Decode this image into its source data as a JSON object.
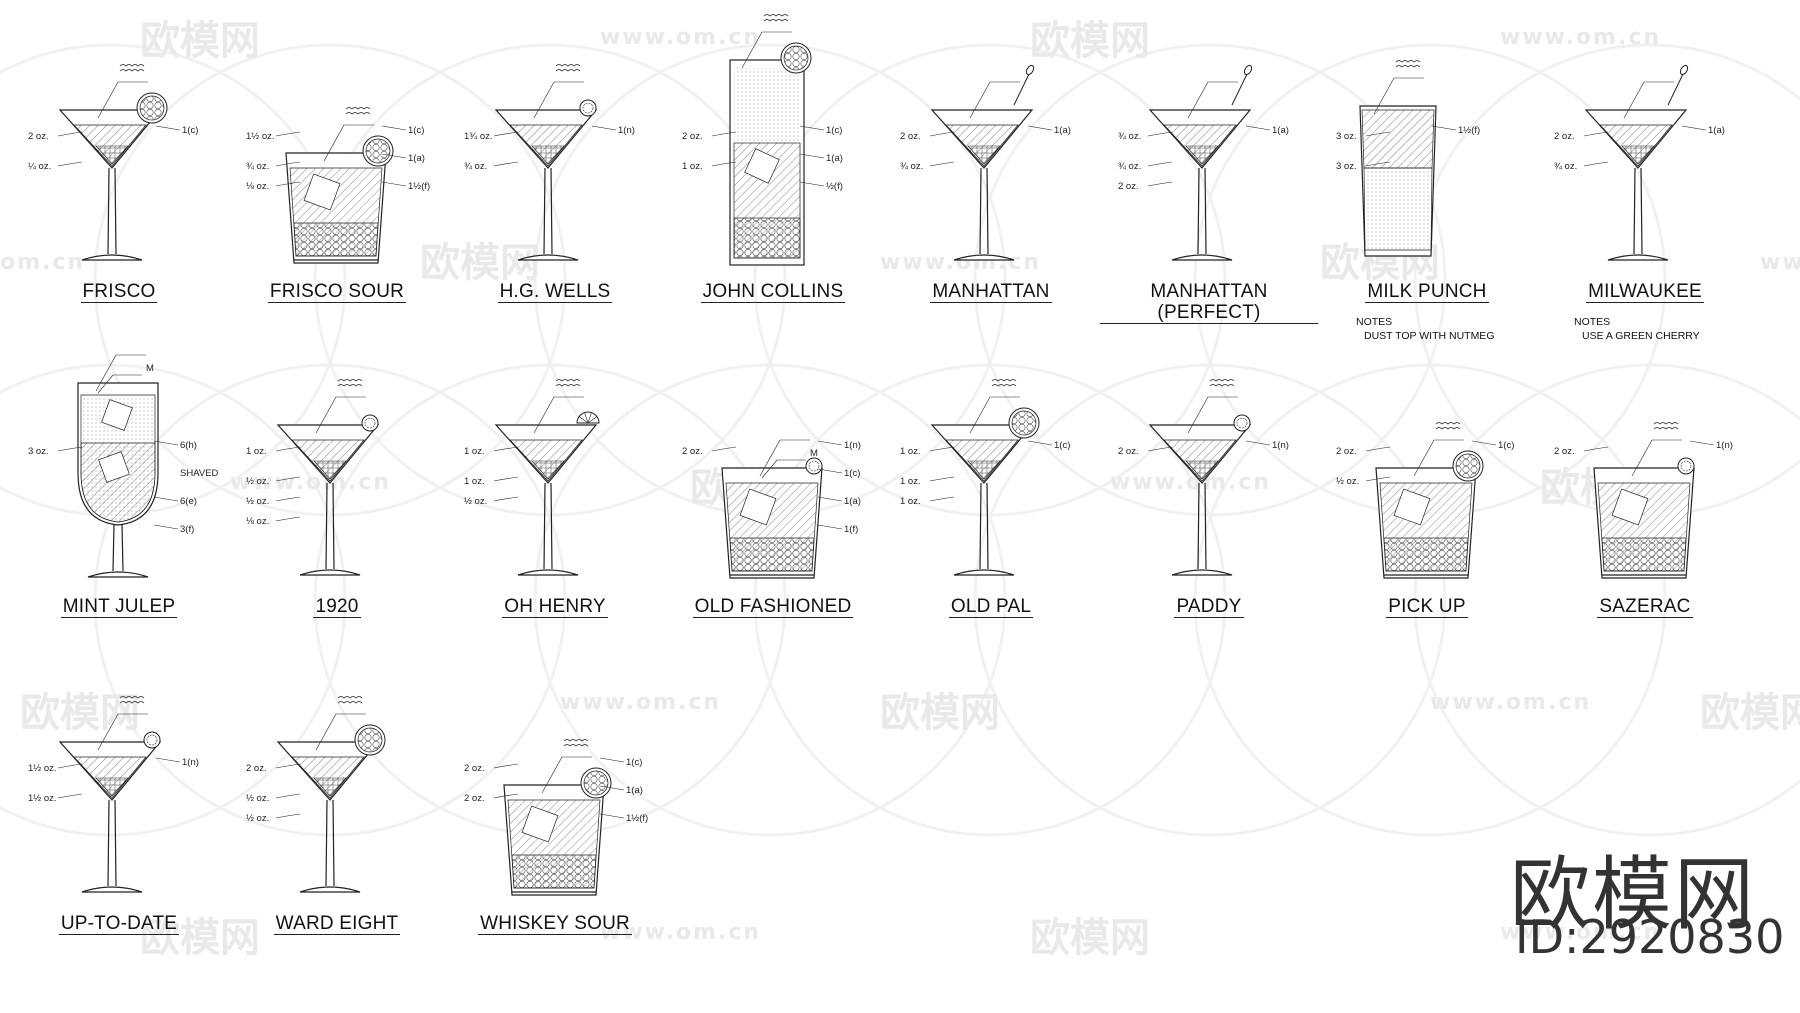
{
  "watermark": {
    "logo_text": "欧模网",
    "site_text": "www.om.cn",
    "short_text": "om.cn"
  },
  "brand": {
    "name": "欧模网",
    "id_label": "ID:2920830"
  },
  "drinks": [
    {
      "name": "FRISCO",
      "glass": "cocktail",
      "garnish": "lemon",
      "labels": [
        "2 oz.",
        "¼ oz.",
        "1(c)"
      ]
    },
    {
      "name": "FRISCO SOUR",
      "glass": "rocks",
      "garnish": "lemon",
      "labels": [
        "1½ oz.",
        "¾ oz.",
        "⅛ oz.",
        "1(c)",
        "1(a)",
        "1½(f)"
      ]
    },
    {
      "name": "H.G. WELLS",
      "glass": "cocktail",
      "garnish": "cherry",
      "labels": [
        "1¾ oz.",
        "¾ oz.",
        "1(n)"
      ]
    },
    {
      "name": "JOHN COLLINS",
      "glass": "collins",
      "garnish": "orange",
      "labels": [
        "2 oz.",
        "1 oz.",
        "1(c)",
        "1(a)",
        "½(f)"
      ]
    },
    {
      "name": "MANHATTAN",
      "glass": "cocktail",
      "garnish": "pick",
      "labels": [
        "2 oz.",
        "¾ oz.",
        "1(a)"
      ]
    },
    {
      "name": "MANHATTAN (PERFECT)",
      "glass": "cocktail",
      "garnish": "pick",
      "labels": [
        "¾ oz.",
        "¾ oz.",
        "2 oz.",
        "1(a)"
      ]
    },
    {
      "name": "MILK PUNCH",
      "glass": "highball",
      "garnish": "none",
      "labels": [
        "3 oz.",
        "3 oz.",
        "1½(f)"
      ],
      "notes": {
        "heading": "NOTES",
        "text": "DUST TOP WITH NUTMEG"
      }
    },
    {
      "name": "MILWAUKEE",
      "glass": "cocktail",
      "garnish": "pick",
      "labels": [
        "2 oz.",
        "¾ oz.",
        "1(a)"
      ],
      "notes": {
        "heading": "NOTES",
        "text": "USE A GREEN CHERRY"
      }
    },
    {
      "name": "MINT JULEP",
      "glass": "goblet",
      "garnish": "none",
      "labels": [
        "M",
        "3 oz.",
        "6(h)",
        "SHAVED",
        "6(e)",
        "3(f)"
      ]
    },
    {
      "name": "1920",
      "glass": "cocktail",
      "garnish": "cherry",
      "labels": [
        "1 oz.",
        "½ oz.",
        "½ oz.",
        "⅛ oz."
      ]
    },
    {
      "name": "OH HENRY",
      "glass": "cocktail",
      "garnish": "half-orange",
      "labels": [
        "1 oz.",
        "1 oz.",
        "½ oz."
      ]
    },
    {
      "name": "OLD FASHIONED",
      "glass": "rocks",
      "garnish": "cherry",
      "labels": [
        "M",
        "2 oz.",
        "1(n)",
        "1(c)",
        "1(a)",
        "1(f)"
      ]
    },
    {
      "name": "OLD PAL",
      "glass": "cocktail",
      "garnish": "orange",
      "labels": [
        "1 oz.",
        "1 oz.",
        "1 oz.",
        "1(c)"
      ]
    },
    {
      "name": "PADDY",
      "glass": "cocktail",
      "garnish": "cherry",
      "labels": [
        "2 oz.",
        "1(n)"
      ]
    },
    {
      "name": "PICK UP",
      "glass": "rocks",
      "garnish": "lemon",
      "labels": [
        "2 oz.",
        "½ oz.",
        "1(c)"
      ]
    },
    {
      "name": "SAZERAC",
      "glass": "rocks",
      "garnish": "cherry",
      "labels": [
        "2 oz.",
        "1(n)"
      ]
    },
    {
      "name": "UP-TO-DATE",
      "glass": "cocktail",
      "garnish": "cherry",
      "labels": [
        "1½ oz.",
        "1½ oz.",
        "1(n)"
      ]
    },
    {
      "name": "WARD EIGHT",
      "glass": "cocktail",
      "garnish": "lemon",
      "labels": [
        "2 oz.",
        "½ oz.",
        "½ oz."
      ]
    },
    {
      "name": "WHISKEY SOUR",
      "glass": "rocks",
      "garnish": "orange",
      "labels": [
        "2 oz.",
        "2 oz.",
        "1(c)",
        "1(a)",
        "1½(f)"
      ]
    }
  ]
}
